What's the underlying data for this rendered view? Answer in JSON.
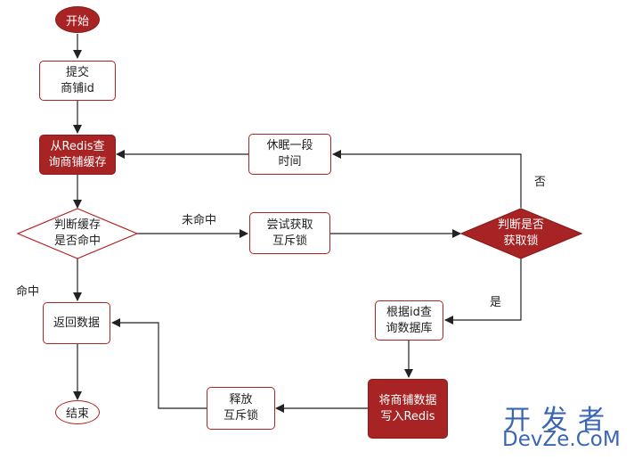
{
  "nodes": {
    "start": "开始",
    "submit": "提交\n商铺id",
    "query_redis": "从Redis查\n询商铺缓存",
    "check_hit": "判断缓存\n是否命中",
    "try_lock": "尝试获取\n互斥锁",
    "check_lock": "判断是否\n获取锁",
    "sleep": "休眠一段\n时间",
    "query_db": "根据id查\n询数据库",
    "write_redis": "将商铺数据\n写入Redis",
    "release_lock": "释放\n互斥锁",
    "return_data": "返回数据",
    "end": "结束"
  },
  "edge_labels": {
    "miss": "未命中",
    "hit": "命中",
    "no": "否",
    "yes": "是"
  },
  "watermark": {
    "line1": "开 发 者",
    "line2": "DevZe.CoM"
  },
  "colors": {
    "accent": "#b22222",
    "fill": "#a82424",
    "line": "#222222"
  }
}
